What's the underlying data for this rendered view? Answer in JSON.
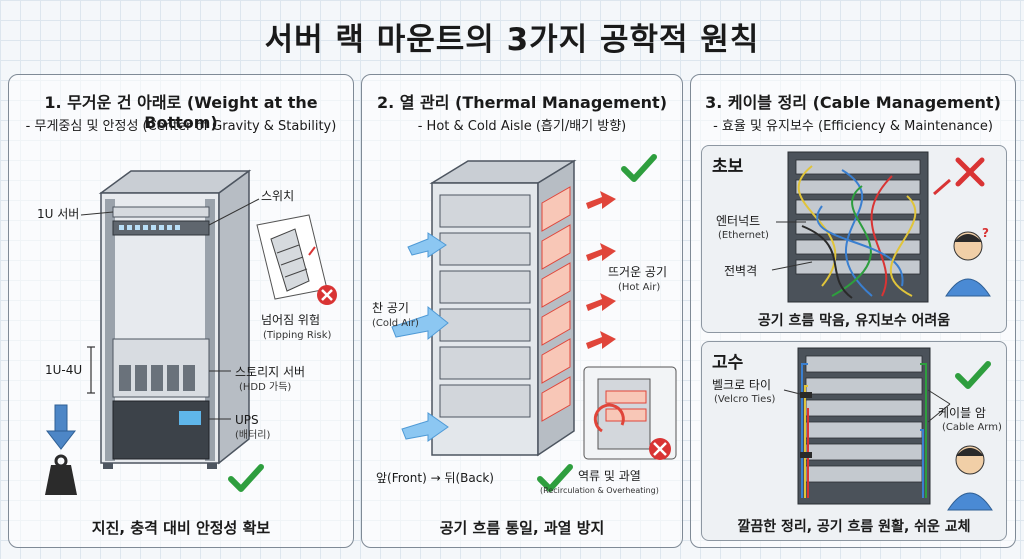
{
  "title": "서버 랙 마운트의 3가지 공학적 원칙",
  "colors": {
    "check": "#2e9e3e",
    "cross": "#d93434",
    "hot": "#e0453a",
    "cold": "#5aa8e6"
  },
  "panel1": {
    "heading": "1. 무거운 건 아래로 (Weight at the Bottom)",
    "subheading": "- 무게중심 및 안정성 (Center of Gravity & Stability)",
    "label_1u": "1U 서버",
    "label_switch": "스위치",
    "label_tipping": "넘어짐 위험",
    "label_tipping_en": "(Tipping Risk)",
    "label_range": "1U-4U",
    "label_storage": "스토리지 서버",
    "label_storage_sub": "(HDD 가득)",
    "label_ups": "UPS",
    "label_ups_sub": "(배터리)",
    "footer": "지진, 충격 대비 안정성 확보"
  },
  "panel2": {
    "heading": "2. 열 관리 (Thermal Management)",
    "subheading": "- Hot & Cold Aisle (흡기/배기 방향)",
    "label_cold": "찬 공기",
    "label_cold_en": "(Cold Air)",
    "label_hot": "뜨거운 공기",
    "label_hot_en": "(Hot Air)",
    "label_direction": "앞(Front) → 뒤(Back)",
    "label_recirc": "역류 및 과열",
    "label_recirc_en": "(Recirculation & Overheating)",
    "footer": "공기 흐름 통일, 과열 방지"
  },
  "panel3": {
    "heading": "3. 케이블 정리 (Cable Management)",
    "subheading": "- 효율 및 유지보수 (Efficiency & Maintenance)",
    "beginner": {
      "title": "초보",
      "label_ethernet": "엔터넉트",
      "label_ethernet_en": "(Ethernet)",
      "label_power": "전벽격",
      "footer": "공기 흐름 막음, 유지보수 어려움"
    },
    "expert": {
      "title": "고수",
      "label_velcro": "벨크로 타이",
      "label_velcro_en": "(Velcro Ties)",
      "label_arm": "케이블 암",
      "label_arm_en": "(Cable Arm)",
      "footer": "깔끔한 정리, 공기 흐름 원활, 쉬운 교체"
    }
  }
}
